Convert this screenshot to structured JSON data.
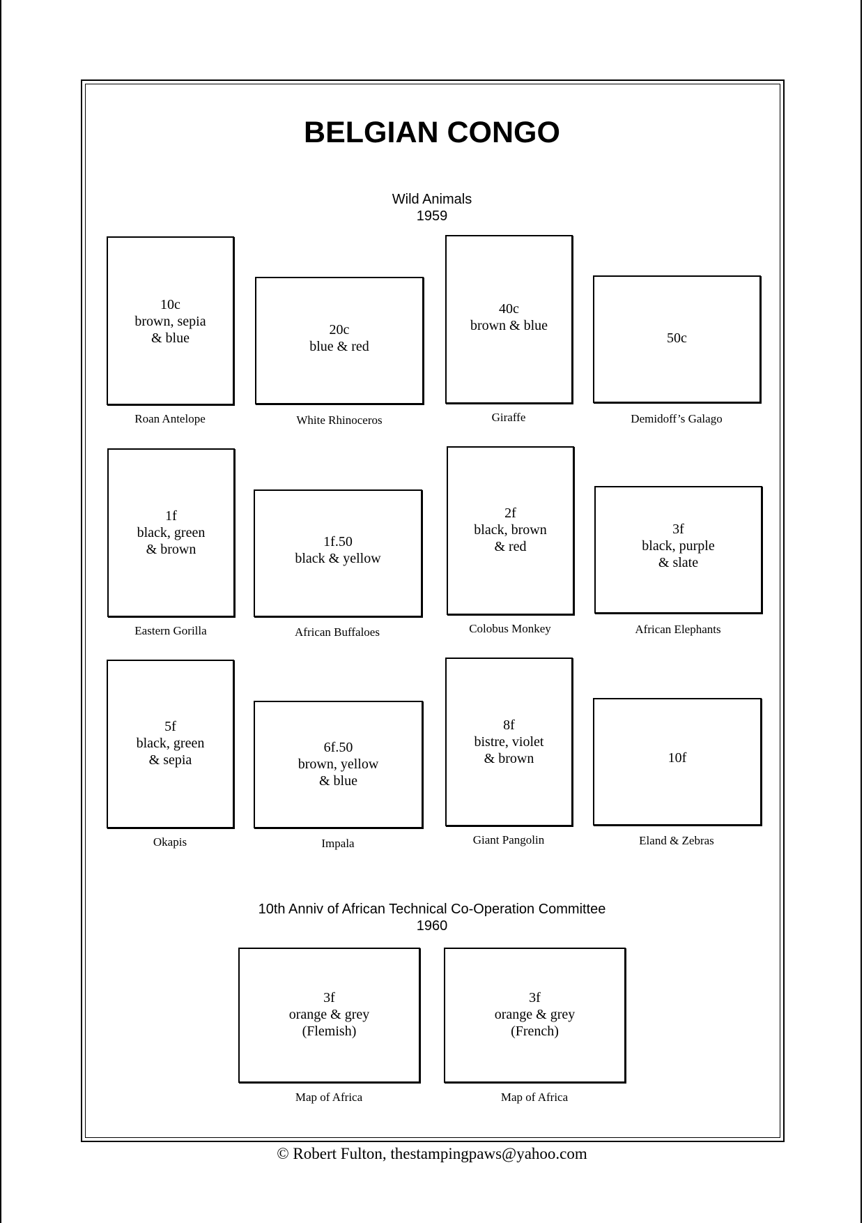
{
  "title": "BELGIAN CONGO",
  "sections": [
    {
      "heading": "Wild Animals",
      "year": "1959",
      "stamps": [
        {
          "value": "10c",
          "lines": [
            "brown, sepia",
            "& blue"
          ],
          "caption": "Roan Antelope"
        },
        {
          "value": "20c",
          "lines": [
            "blue & red"
          ],
          "caption": "White Rhinoceros"
        },
        {
          "value": "40c",
          "lines": [
            "brown & blue"
          ],
          "caption": "Giraffe"
        },
        {
          "value": "50c",
          "lines": [],
          "caption": "Demidoff’s Galago"
        },
        {
          "value": "1f",
          "lines": [
            "black, green",
            "& brown"
          ],
          "caption": "Eastern Gorilla"
        },
        {
          "value": "1f.50",
          "lines": [
            "black & yellow"
          ],
          "caption": "African Buffaloes"
        },
        {
          "value": "2f",
          "lines": [
            "black, brown",
            "& red"
          ],
          "caption": "Colobus Monkey"
        },
        {
          "value": "3f",
          "lines": [
            "black, purple",
            "& slate"
          ],
          "caption": "African Elephants"
        },
        {
          "value": "5f",
          "lines": [
            "black, green",
            "& sepia"
          ],
          "caption": "Okapis"
        },
        {
          "value": "6f.50",
          "lines": [
            "brown, yellow",
            "& blue"
          ],
          "caption": "Impala"
        },
        {
          "value": "8f",
          "lines": [
            "bistre, violet",
            "& brown"
          ],
          "caption": "Giant Pangolin"
        },
        {
          "value": "10f",
          "lines": [],
          "caption": "Eland & Zebras"
        }
      ]
    },
    {
      "heading": "10th Anniv of African Technical Co-Operation Committee",
      "year": "1960",
      "stamps": [
        {
          "value": "3f",
          "lines": [
            "orange & grey",
            "(Flemish)"
          ],
          "caption": "Map of Africa"
        },
        {
          "value": "3f",
          "lines": [
            "orange & grey",
            "(French)"
          ],
          "caption": "Map of Africa"
        }
      ]
    }
  ],
  "footer": "© Robert Fulton, thestampingpaws@yahoo.com"
}
